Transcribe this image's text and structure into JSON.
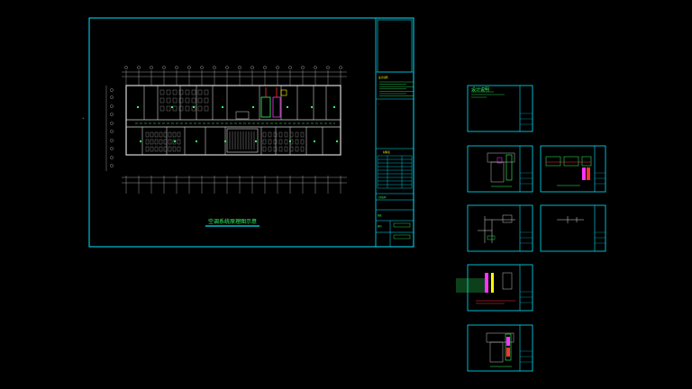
{
  "viewport": {
    "background": "#000000"
  },
  "colors": {
    "frame": "#00e5ff",
    "plan": "#d9d9d9",
    "green": "#33ff66",
    "magenta": "#ff33ff",
    "yellow": "#ffff00",
    "red": "#ff3333"
  },
  "main_sheet": {
    "title": "空调系统原理图示意",
    "title_block": {
      "notes_heading": "设计说明",
      "table_heading": "材料表",
      "project_label": "工程名称",
      "drawing_label": "图名",
      "stamp_label": "图号"
    }
  },
  "thumbnails": [
    {
      "id": "sheet-notes",
      "caption": "设计说明"
    },
    {
      "id": "sheet-plan-a",
      "caption": ""
    },
    {
      "id": "sheet-elevation",
      "caption": ""
    },
    {
      "id": "sheet-detail-a",
      "caption": ""
    },
    {
      "id": "sheet-detail-b",
      "caption": ""
    },
    {
      "id": "sheet-section",
      "caption": ""
    },
    {
      "id": "sheet-plan-b",
      "caption": ""
    }
  ]
}
